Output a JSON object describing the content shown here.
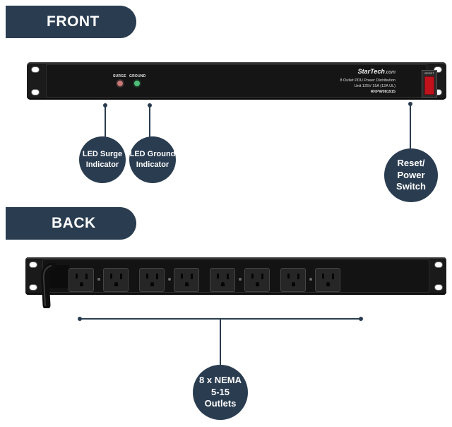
{
  "sections": {
    "front_title": "FRONT",
    "back_title": "BACK"
  },
  "front_panel": {
    "surge_label": "SURGE",
    "ground_label": "GROUND",
    "brand_name": "StarTech",
    "brand_suffix": ".com",
    "description": "8 Outlet PDU Power Distribution",
    "rating": "Unit 125V 15A (12A UL)",
    "model": "RKPW081915",
    "switch_label": "RESET"
  },
  "callouts": {
    "led_surge": [
      "LED Surge",
      "Indicator"
    ],
    "led_ground": [
      "LED Ground",
      "Indicator"
    ],
    "reset_power": [
      "Reset/",
      "Power",
      "Switch"
    ],
    "outlets": [
      "8 x NEMA",
      "5-15",
      "Outlets"
    ]
  },
  "colors": {
    "accent": "#2a3c50",
    "surge_led": "#c87878",
    "ground_led": "#4fbf7a",
    "switch": "#c1121c"
  },
  "icons": [
    "power-cord-icon",
    "nema-5-15-outlet-icon",
    "rocker-switch-icon"
  ]
}
